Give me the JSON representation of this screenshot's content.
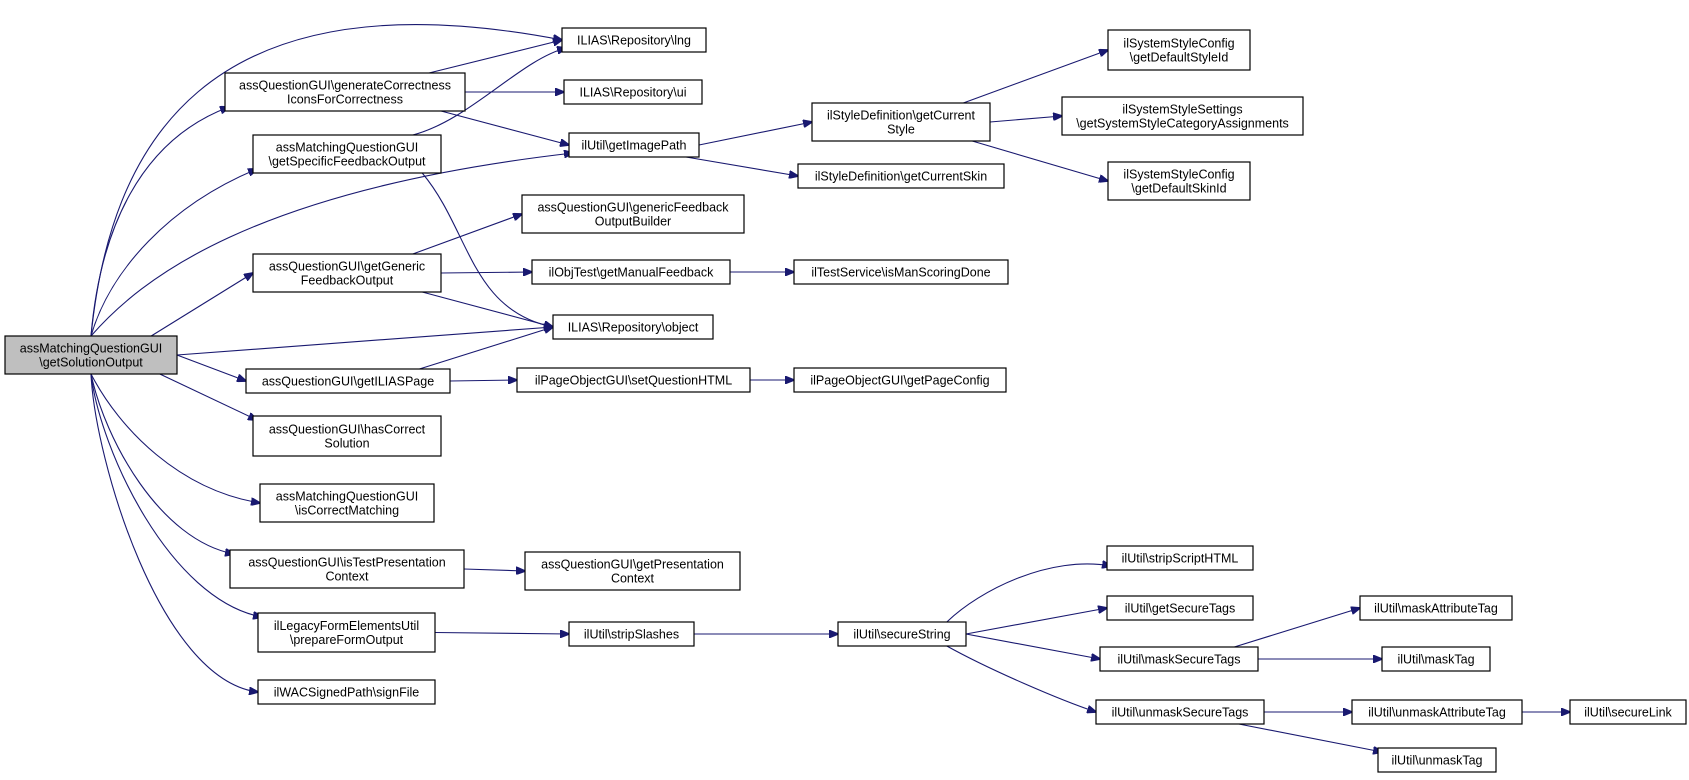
{
  "colors": {
    "edge": "#191970",
    "root_fill": "#bfbfbf",
    "node_fill": "#ffffff",
    "node_stroke": "#000000"
  },
  "nodes": {
    "root": [
      "assMatchingQuestionGUI",
      "\\getSolutionOutput"
    ],
    "lng": [
      "ILIAS\\Repository\\lng"
    ],
    "genCorr": [
      "assQuestionGUI\\generateCorrectness",
      "IconsForCorrectness"
    ],
    "ui": [
      "ILIAS\\Repository\\ui"
    ],
    "specFb": [
      "assMatchingQuestionGUI",
      "\\getSpecificFeedbackOutput"
    ],
    "imgPath": [
      "ilUtil\\getImagePath"
    ],
    "curStyle": [
      "ilStyleDefinition\\getCurrent",
      "Style"
    ],
    "defStyleId": [
      "ilSystemStyleConfig",
      "\\getDefaultStyleId"
    ],
    "catAssign": [
      "ilSystemStyleSettings",
      "\\getSystemStyleCategoryAssignments"
    ],
    "defSkinId": [
      "ilSystemStyleConfig",
      "\\getDefaultSkinId"
    ],
    "curSkin": [
      "ilStyleDefinition\\getCurrentSkin"
    ],
    "genFbBuilder": [
      "assQuestionGUI\\genericFeedback",
      "OutputBuilder"
    ],
    "genFb": [
      "assQuestionGUI\\getGeneric",
      "FeedbackOutput"
    ],
    "manualFb": [
      "ilObjTest\\getManualFeedback"
    ],
    "manScoring": [
      "ilTestService\\isManScoringDone"
    ],
    "object": [
      "ILIAS\\Repository\\object"
    ],
    "iliasPage": [
      "assQuestionGUI\\getILIASPage"
    ],
    "setQHtml": [
      "ilPageObjectGUI\\setQuestionHTML"
    ],
    "pageConfig": [
      "ilPageObjectGUI\\getPageConfig"
    ],
    "hasCorrect": [
      "assQuestionGUI\\hasCorrect",
      "Solution"
    ],
    "isCorrMatch": [
      "assMatchingQuestionGUI",
      "\\isCorrectMatching"
    ],
    "isTestPres": [
      "assQuestionGUI\\isTestPresentation",
      "Context"
    ],
    "getPres": [
      "assQuestionGUI\\getPresentation",
      "Context"
    ],
    "legacy": [
      "ilLegacyFormElementsUtil",
      "\\prepareFormOutput"
    ],
    "strip": [
      "ilUtil\\stripSlashes"
    ],
    "secStr": [
      "ilUtil\\secureString"
    ],
    "stripScript": [
      "ilUtil\\stripScriptHTML"
    ],
    "secTags": [
      "ilUtil\\getSecureTags"
    ],
    "maskSec": [
      "ilUtil\\maskSecureTags"
    ],
    "maskAttr": [
      "ilUtil\\maskAttributeTag"
    ],
    "maskTag": [
      "ilUtil\\maskTag"
    ],
    "unmaskSec": [
      "ilUtil\\unmaskSecureTags"
    ],
    "unmaskAttr": [
      "ilUtil\\unmaskAttributeTag"
    ],
    "secLink": [
      "ilUtil\\secureLink"
    ],
    "unmaskTag": [
      "ilUtil\\unmaskTag"
    ],
    "signFile": [
      "ilWACSignedPath\\signFile"
    ]
  }
}
